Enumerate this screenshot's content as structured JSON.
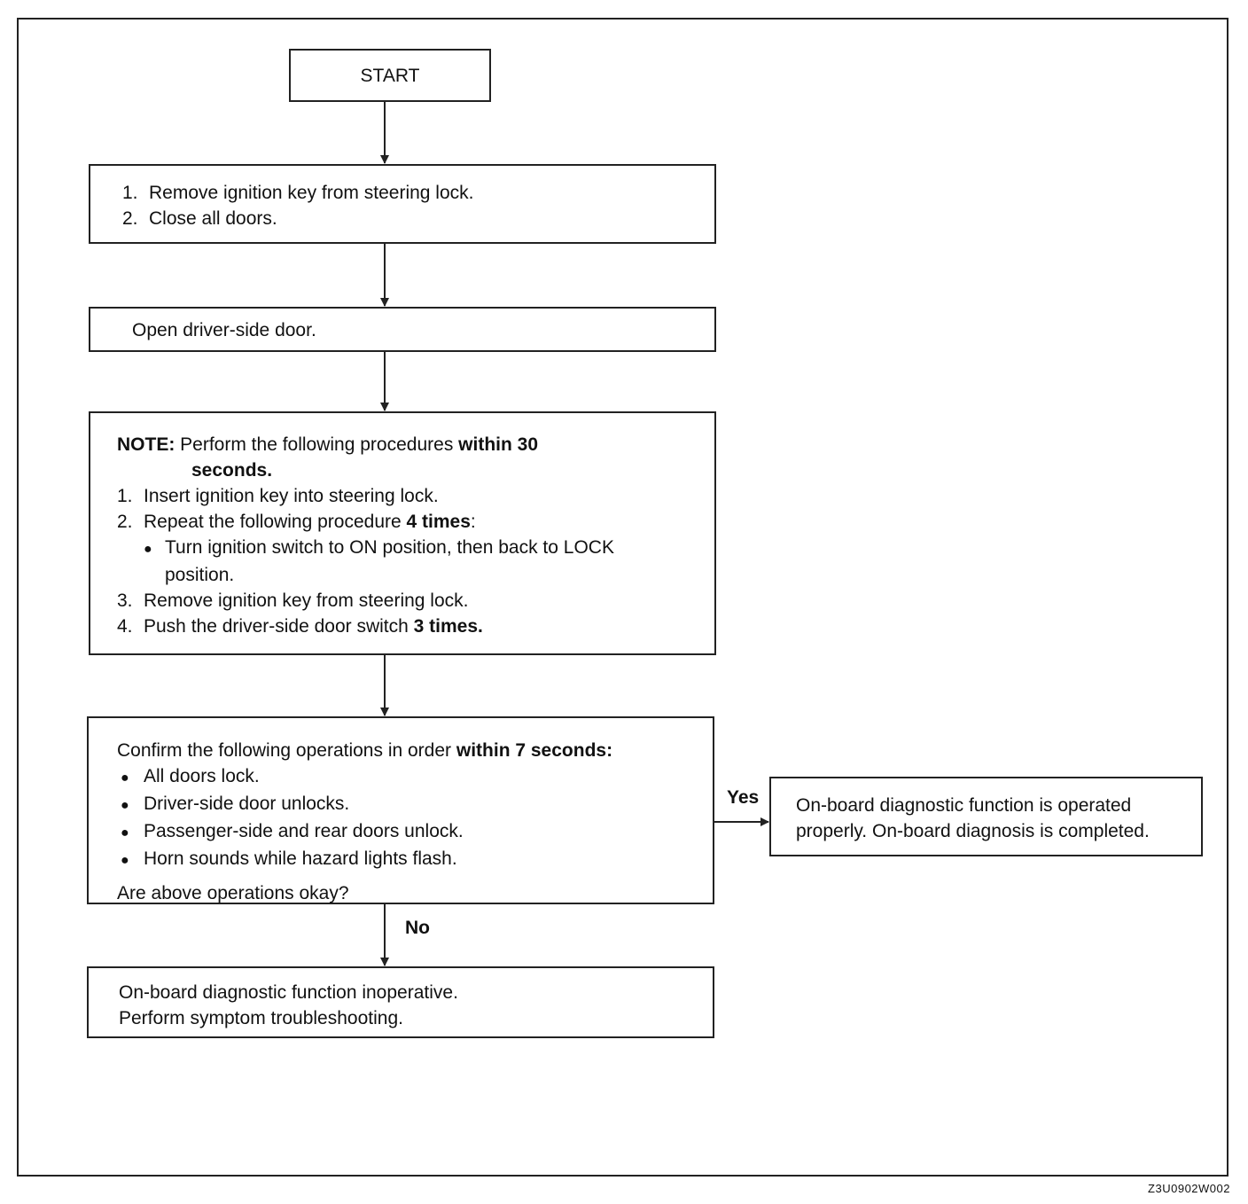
{
  "start": "START",
  "step1": {
    "items": [
      {
        "num": "1.",
        "text": "Remove ignition key from steering lock."
      },
      {
        "num": "2.",
        "text": "Close all doors."
      }
    ]
  },
  "step2": {
    "text": "Open driver-side door."
  },
  "step3": {
    "note_label": "NOTE:",
    "note_text": " Perform the following procedures ",
    "note_bold_1": "within 30",
    "note_bold_2": "seconds.",
    "item1_num": "1.",
    "item1": "Insert ignition key into steering lock.",
    "item2_num": "2.",
    "item2_text": "Repeat the following procedure ",
    "item2_bold": "4 times",
    "item2_end": ":",
    "bullet": "●",
    "bullet_text_1": "Turn  ignition switch to ON position, then back to LOCK",
    "bullet_text_2": "position.",
    "item3_num": "3.",
    "item3": "Remove ignition key from steering lock.",
    "item4_num": "4.",
    "item4_text": "Push the driver-side door switch ",
    "item4_bold": "3 times."
  },
  "step4": {
    "lead_text": "Confirm the following operations in order ",
    "lead_bold": "within 7 seconds:",
    "bullet": "●",
    "bullets": [
      "All doors lock.",
      "Driver-side door unlocks.",
      "Passenger-side and rear doors unlock.",
      "Horn sounds while hazard lights flash."
    ],
    "question": "Are above operations okay?"
  },
  "yes_label": "Yes",
  "no_label": "No",
  "yes_result": {
    "line1": "On-board diagnostic function is operated",
    "line2": "properly. On-board diagnosis is completed."
  },
  "no_result": {
    "line1": "On-board diagnostic function inoperative.",
    "line2": "Perform symptom troubleshooting."
  },
  "figure_code": "Z3U0902W002"
}
